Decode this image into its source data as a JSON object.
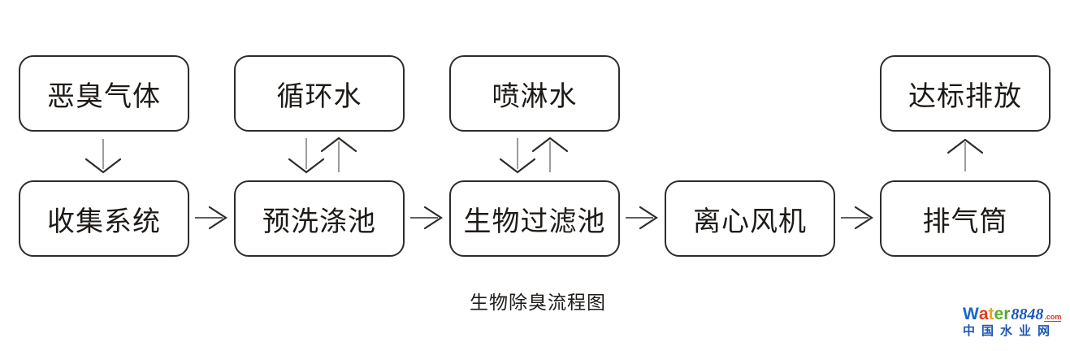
{
  "caption": "生物除臭流程图",
  "flow": {
    "top_row": [
      {
        "id": "odor-gas",
        "label": "恶臭气体"
      },
      {
        "id": "circulating-water",
        "label": "循环水"
      },
      {
        "id": "spray-water",
        "label": "喷淋水"
      },
      {
        "id": "standard-discharge",
        "label": "达标排放"
      }
    ],
    "bottom_row": [
      {
        "id": "collection-system",
        "label": "收集系统"
      },
      {
        "id": "prewash-tank",
        "label": "预洗涤池"
      },
      {
        "id": "biofilter-tank",
        "label": "生物过滤池"
      },
      {
        "id": "centrifugal-fan",
        "label": "离心风机"
      },
      {
        "id": "exhaust-stack",
        "label": "排气筒"
      }
    ],
    "edges": [
      {
        "from": "恶臭气体",
        "to": "收集系统",
        "type": "down"
      },
      {
        "from": "循环水",
        "to": "预洗涤池",
        "type": "bidirectional"
      },
      {
        "from": "喷淋水",
        "to": "生物过滤池",
        "type": "bidirectional"
      },
      {
        "from": "收集系统",
        "to": "预洗涤池",
        "type": "right"
      },
      {
        "from": "预洗涤池",
        "to": "生物过滤池",
        "type": "right"
      },
      {
        "from": "生物过滤池",
        "to": "离心风机",
        "type": "right"
      },
      {
        "from": "离心风机",
        "to": "排气筒",
        "type": "right"
      },
      {
        "from": "排气筒",
        "to": "达标排放",
        "type": "up"
      }
    ]
  },
  "watermark": {
    "brand": "Water8848.com",
    "letters": [
      {
        "ch": "W",
        "color": "#1b66cc"
      },
      {
        "ch": "a",
        "color": "#e03a1e"
      },
      {
        "ch": "t",
        "color": "#f0a41c"
      },
      {
        "ch": "e",
        "color": "#5fae2e"
      },
      {
        "ch": "r",
        "color": "#55a43a"
      }
    ],
    "number": "8848",
    "tld": ".com",
    "tagline": "中国水业网",
    "blue": "#1d57b5",
    "red": "#d93025"
  },
  "style": {
    "background": "#ffffff",
    "box_border": "#2e2c29",
    "box_text": "#1d1a17",
    "arrow_shaft_vertical": "#8a8a8a",
    "arrow_shaft_horizontal": "#4a4a4a",
    "arrow_head": "#2e2c29"
  }
}
